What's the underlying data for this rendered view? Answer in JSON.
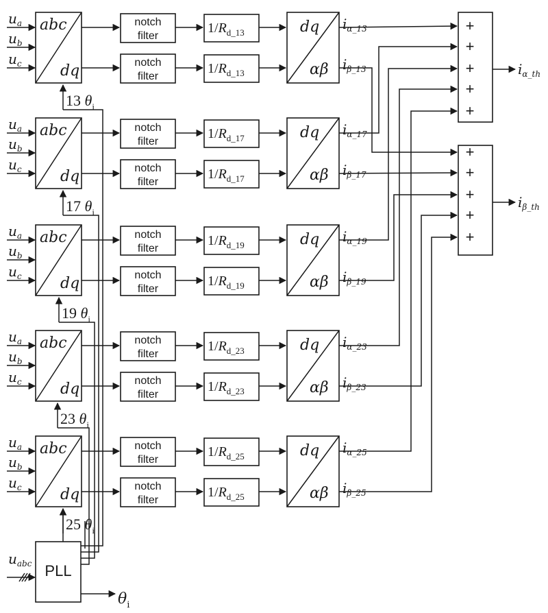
{
  "inputs": {
    "ua": "u",
    "ua_sub": "a",
    "ub": "u",
    "ub_sub": "b",
    "uc": "u",
    "uc_sub": "c",
    "pll_in": "u",
    "pll_in_sub": "abc"
  },
  "park": {
    "top": "abc",
    "bottom": "dq"
  },
  "notch": {
    "line1": "notch",
    "line2": "filter"
  },
  "gain": {
    "prefix": "1/",
    "var": "R",
    "sub_prefix": "d_"
  },
  "inv_park": {
    "top": "dq",
    "bottom": "αβ"
  },
  "theta": {
    "symbol": "θ",
    "sub": "i"
  },
  "harmonics": [
    {
      "order": "13"
    },
    {
      "order": "17"
    },
    {
      "order": "19"
    },
    {
      "order": "23"
    },
    {
      "order": "25"
    }
  ],
  "outputs": {
    "i": "i",
    "alpha_prefix": "α_",
    "beta_prefix": "β_"
  },
  "summers": {
    "plus": "+",
    "alpha_out": "i",
    "alpha_out_sub": "α_th",
    "beta_out": "i",
    "beta_out_sub": "β_th"
  },
  "pll": {
    "label": "PLL",
    "output": "θ",
    "output_sub": "i"
  }
}
